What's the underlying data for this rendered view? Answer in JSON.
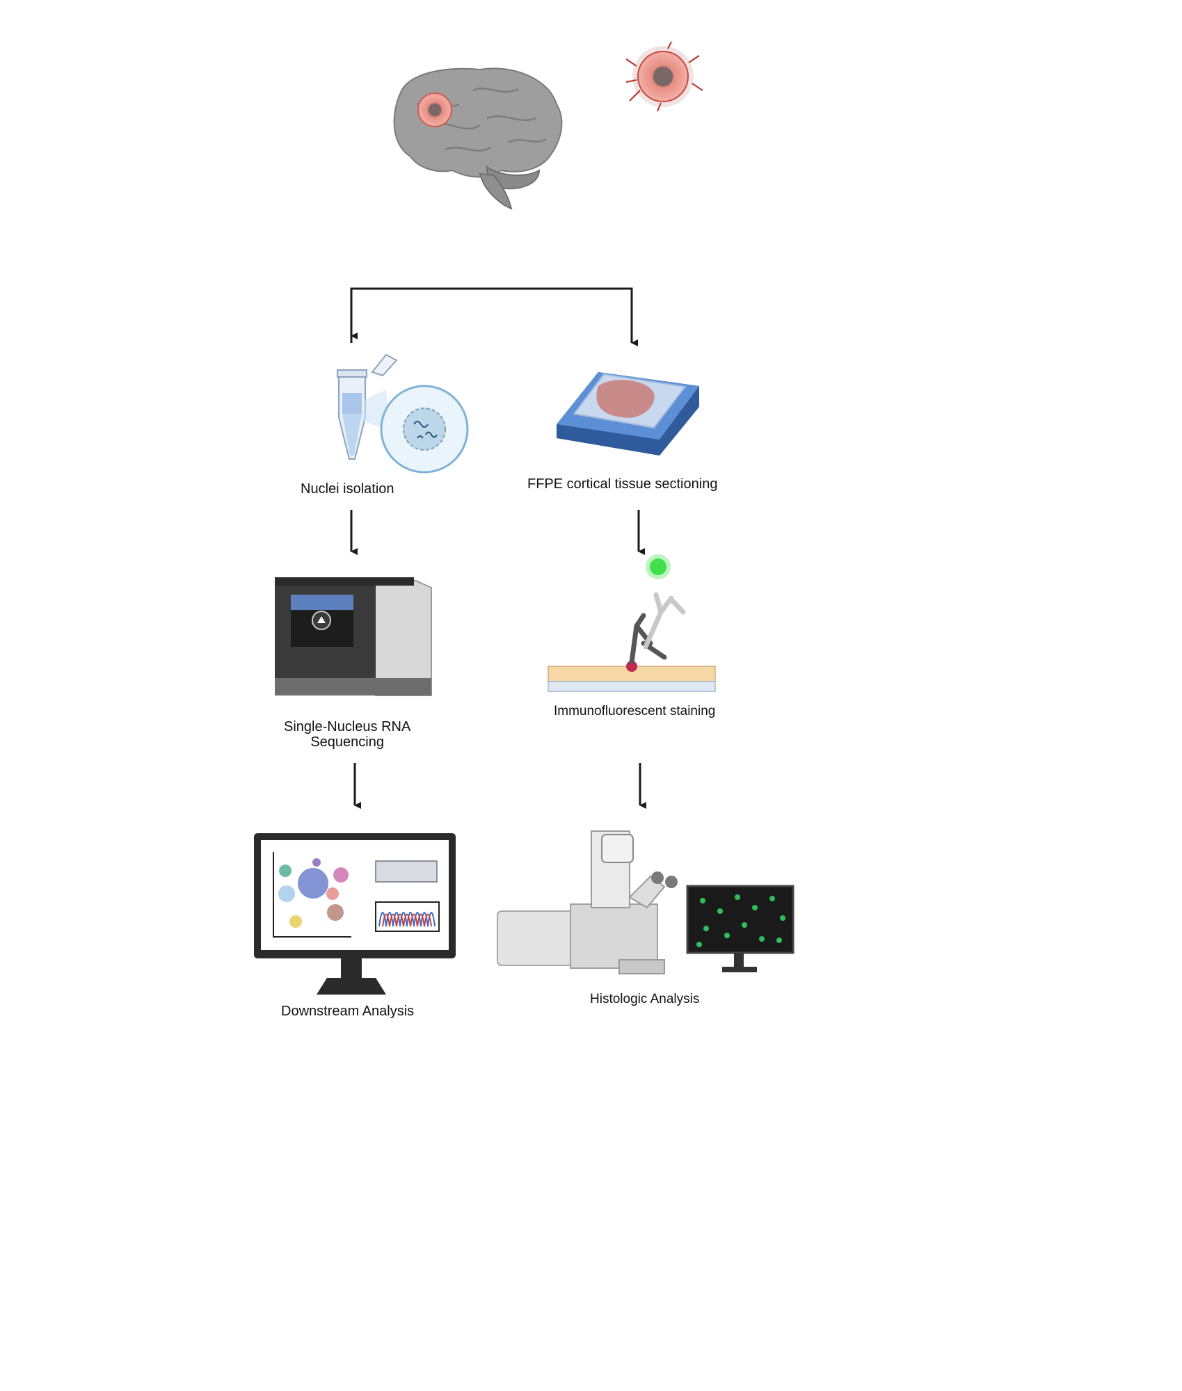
{
  "labels": {
    "nuclei_isolation": "Nuclei isolation",
    "ffpe_sectioning": "FFPE cortical tissue sectioning",
    "snrna_line1": "Single-Nucleus RNA",
    "snrna_line2": "Sequencing",
    "immunofluorescent": "Immunofluorescent staining",
    "downstream": "Downstream Analysis",
    "histologic": "Histologic Analysis"
  },
  "icons": {
    "brain": "brain-with-tumor-icon",
    "tumor": "tumor-icon",
    "tube": "microcentrifuge-tube-icon",
    "slide": "tissue-slide-icon",
    "sequencer": "sequencer-icon",
    "antibody": "antibody-staining-icon",
    "monitor": "analysis-monitor-icon",
    "microscope": "microscope-icon",
    "fluor_monitor": "fluorescence-monitor-icon"
  },
  "colors": {
    "arrow": "#1a1a1a",
    "brain": "#9c9c9c",
    "tumor": "#e8746a",
    "slide_blue": "#3f6fb5",
    "tissue_pink": "#c98a8a",
    "fluor_green": "#3fe04a"
  }
}
